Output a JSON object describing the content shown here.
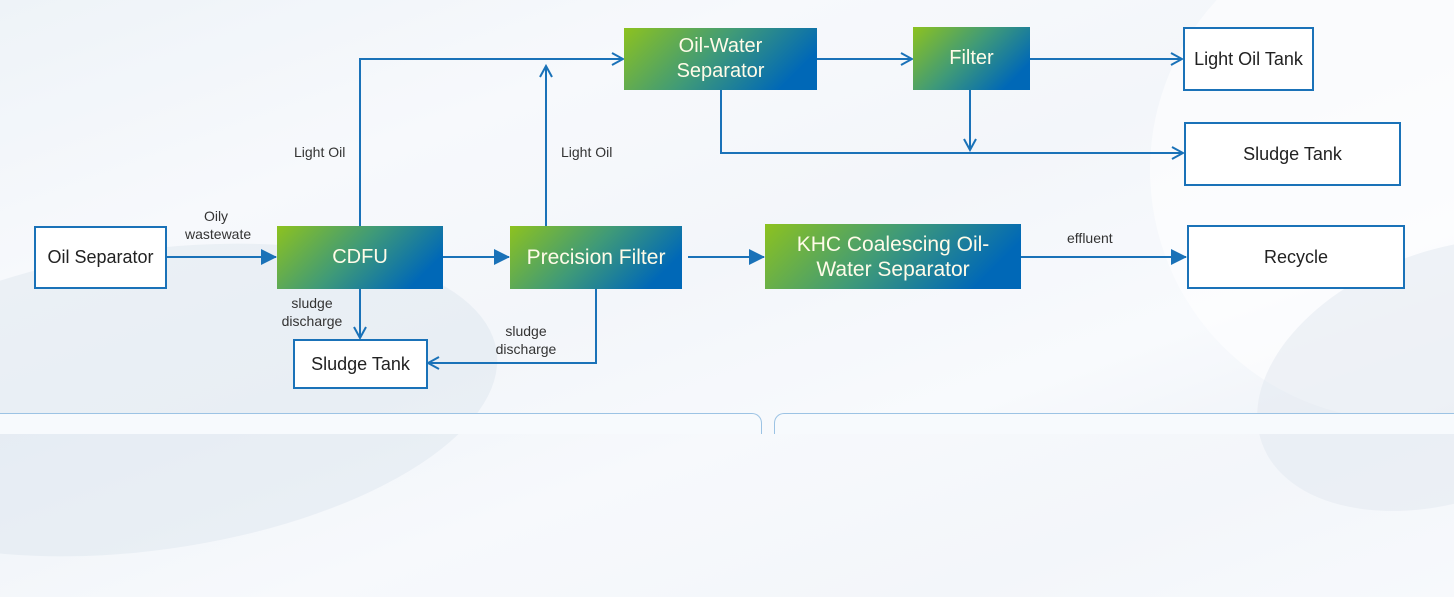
{
  "diagram": {
    "title": "Oily wastewater treatment process flow",
    "nodes": {
      "oil_separator": "Oil Separator",
      "cdfu": "CDFU",
      "precision_filter": "Precision Filter",
      "khc_separator": "KHC Coalescing Oil-Water Separator",
      "oil_water_separator": "Oil-Water Separator",
      "filter": "Filter",
      "light_oil_tank": "Light Oil Tank",
      "sludge_tank_right": "Sludge Tank",
      "sludge_tank_bottom": "Sludge Tank",
      "recycle": "Recycle"
    },
    "edge_labels": {
      "oily_line1": "Oily",
      "oily_line2": "wastewate",
      "light_oil_cdfu": "Light Oil",
      "light_oil_pf": "Light Oil",
      "sludge_cdfu_1": "sludge",
      "sludge_cdfu_2": "discharge",
      "sludge_pf_1": "sludge",
      "sludge_pf_2": "discharge",
      "effluent": "effluent"
    },
    "edges": [
      {
        "from": "Oil Separator",
        "to": "CDFU",
        "label": "Oily wastewate"
      },
      {
        "from": "CDFU",
        "to": "Precision Filter"
      },
      {
        "from": "CDFU",
        "to": "Oil-Water Separator",
        "label": "Light Oil"
      },
      {
        "from": "CDFU",
        "to": "Sludge Tank",
        "label": "sludge discharge"
      },
      {
        "from": "Precision Filter",
        "to": "Oil-Water Separator",
        "label": "Light Oil"
      },
      {
        "from": "Precision Filter",
        "to": "KHC Coalescing Oil-Water Separator"
      },
      {
        "from": "Precision Filter",
        "to": "Sludge Tank",
        "label": "sludge discharge"
      },
      {
        "from": "KHC Coalescing Oil-Water Separator",
        "to": "Recycle",
        "label": "effluent"
      },
      {
        "from": "Oil-Water Separator",
        "to": "Filter"
      },
      {
        "from": "Oil-Water Separator",
        "to": "Sludge Tank"
      },
      {
        "from": "Filter",
        "to": "Light Oil Tank"
      },
      {
        "from": "Filter",
        "to": "Sludge Tank"
      }
    ],
    "colors": {
      "line": "#1a72b8",
      "gradient_start": "#8dc21f",
      "gradient_end": "#0068b7"
    }
  }
}
